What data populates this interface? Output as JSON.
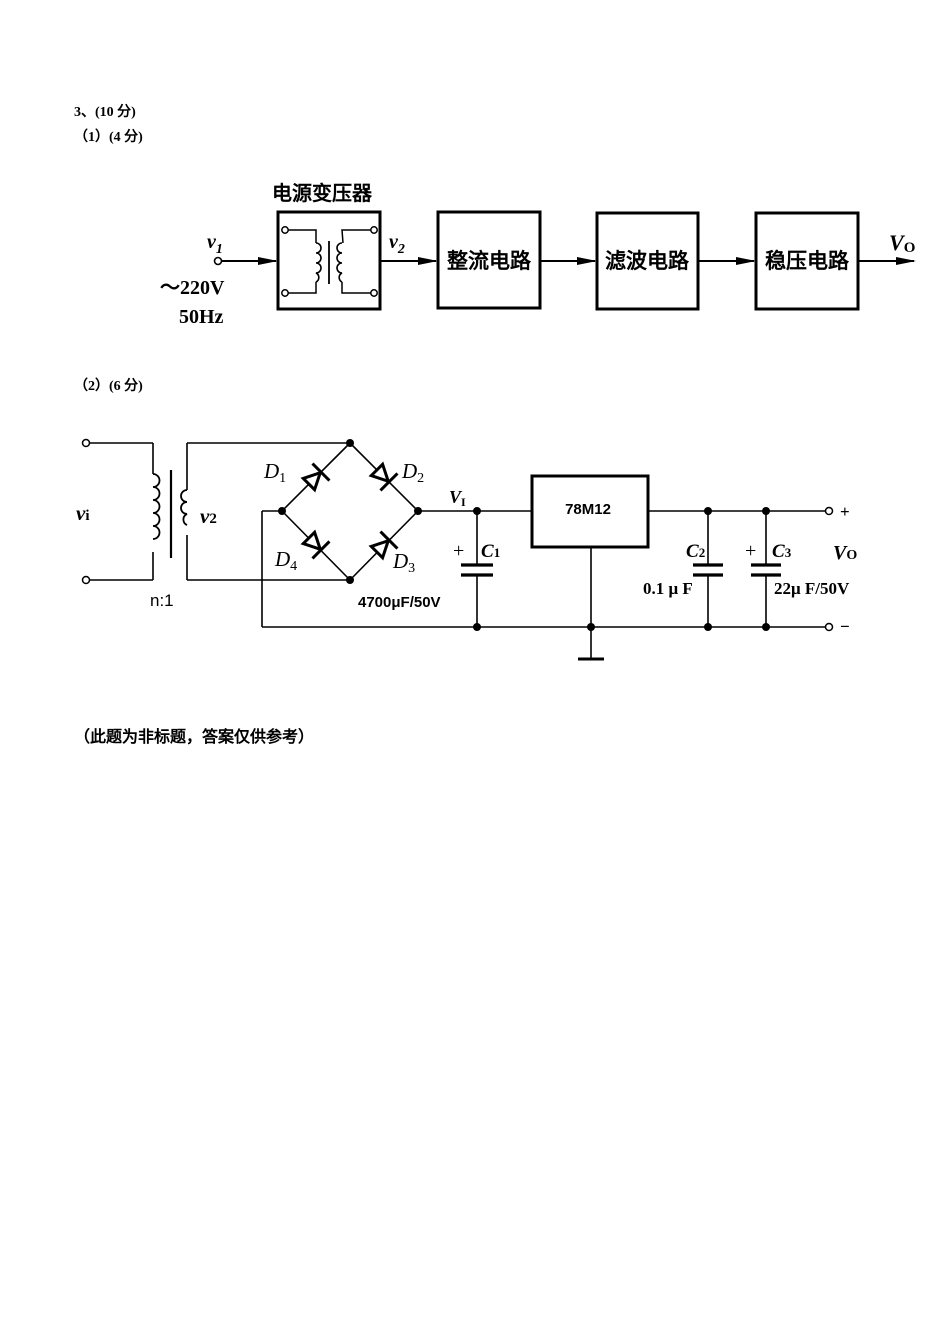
{
  "question": {
    "title": "3、(10 分)",
    "part1_label": "（1）(4 分)",
    "part2_label": "（2）(6 分)",
    "note": "（此题为非标题，答案仅供参考）"
  },
  "block_diagram": {
    "transformer_title": "电源变压器",
    "input_label": "v",
    "input_sub": "1",
    "input_voltage": "～220V",
    "input_freq": "50Hz",
    "v2_label": "v",
    "v2_sub": "2",
    "blocks": [
      {
        "label": "整流电路"
      },
      {
        "label": "滤波电路"
      },
      {
        "label": "稳压电路"
      }
    ],
    "output_label": "V",
    "output_sub": "O"
  },
  "circuit": {
    "vi_label": "v",
    "vi_sub": "i",
    "v2_label": "v",
    "v2_sub": "2",
    "turns_ratio": "n:1",
    "diodes": [
      {
        "name": "D",
        "sub": "1"
      },
      {
        "name": "D",
        "sub": "2"
      },
      {
        "name": "D",
        "sub": "3"
      },
      {
        "name": "D",
        "sub": "4"
      }
    ],
    "vi_node_label": "V",
    "vi_node_sub": "I",
    "regulator": "78M12",
    "c1": {
      "name": "C",
      "sub": "1",
      "value": "4700μF/50V",
      "polarity": "+"
    },
    "c2": {
      "name": "C",
      "sub": "2",
      "value": "0.1 μ F"
    },
    "c3": {
      "name": "C",
      "sub": "3",
      "value": "22μ F/50V",
      "polarity": "+"
    },
    "vo_label": "V",
    "vo_sub": "O",
    "plus_terminal": "+",
    "minus_terminal": "−"
  }
}
